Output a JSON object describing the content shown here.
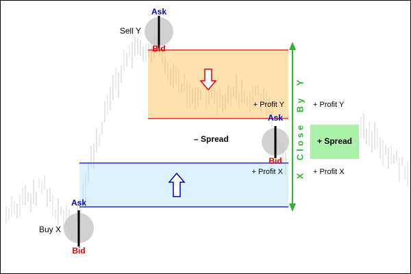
{
  "markers": {
    "sell_y": {
      "name": "Sell Y",
      "ask": "Ask",
      "bid": "Bid"
    },
    "close_y": {
      "ask": "Ask",
      "bid": "Bid"
    },
    "buy_x": {
      "name": "Buy X",
      "ask": "Ask",
      "bid": "Bid"
    }
  },
  "zones": {
    "sell_zone_profit": "+ Profit Y",
    "buy_zone_profit": "+ Profit X",
    "result_profit_y": "+ Profit Y",
    "result_profit_x": "+ Profit X",
    "minus_spread": "– Spread",
    "plus_spread": "+ Spread"
  },
  "close_by_label": "X Close By Y",
  "colors": {
    "ask_blue": "#0000CC",
    "bid_red": "#E60000",
    "sell_zone_fill": "#FFE3AE",
    "sell_zone_border": "#FF0000",
    "buy_zone_fill": "#E3F6FF",
    "buy_zone_border": "#0000CC",
    "spread_fill": "#98EE98",
    "close_by_green": "#2EB52E"
  }
}
